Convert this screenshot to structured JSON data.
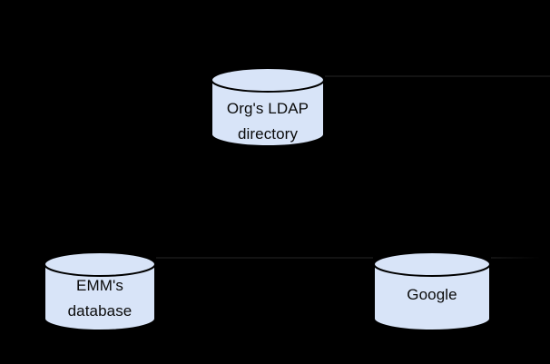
{
  "diagram": {
    "nodes": [
      {
        "id": "org-ldap-directory",
        "shape": "database-cylinder",
        "lines": [
          "Org's LDAP",
          "directory"
        ]
      },
      {
        "id": "emm-database",
        "shape": "database-cylinder",
        "lines": [
          "EMM's",
          "database"
        ]
      },
      {
        "id": "google",
        "shape": "database-cylinder",
        "lines": [
          "Google"
        ]
      }
    ],
    "connectors": [
      {
        "id": "ldap-right-line",
        "orientation": "horizontal"
      },
      {
        "id": "emm-google-line",
        "orientation": "horizontal"
      },
      {
        "id": "google-right-line",
        "orientation": "horizontal"
      }
    ]
  },
  "colors": {
    "background": "#000000",
    "cylinder_fill": "#d8e4f8",
    "cylinder_stroke": "#000000",
    "label_text": "#0a0a0a",
    "connector_line": "#131313"
  }
}
